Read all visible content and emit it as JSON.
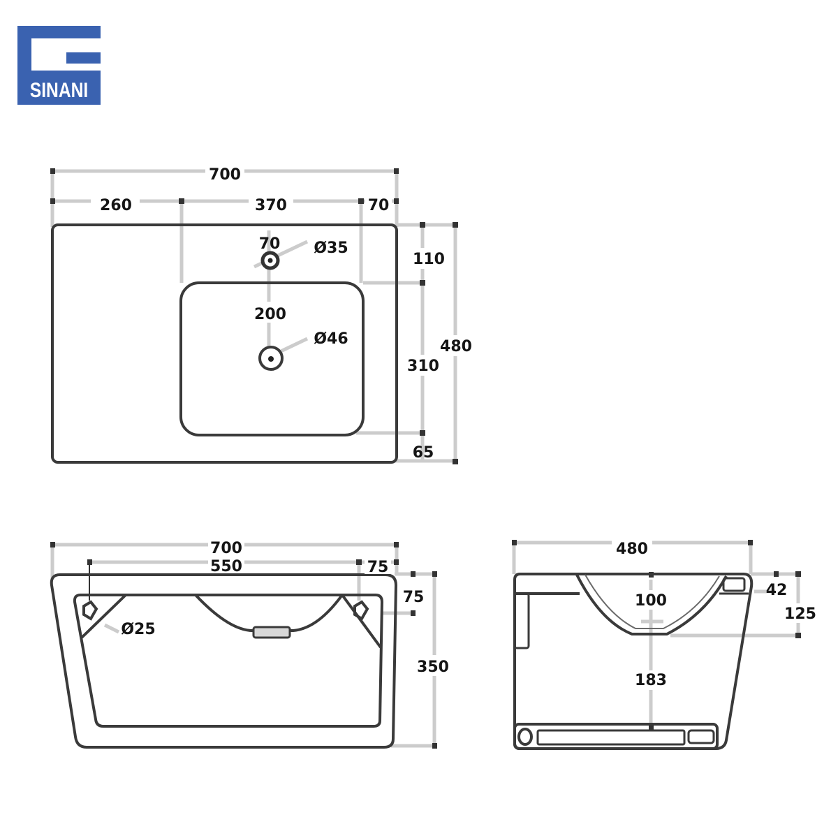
{
  "brand": {
    "name": "SINANI",
    "color": "#3a62b0"
  },
  "colors": {
    "outline": "#3a3a3a",
    "dimension_line": "#c8c8c8",
    "text": "#151515"
  },
  "top_view": {
    "overall_width": "700",
    "left_offset": "260",
    "basin_width": "370",
    "right_offset": "70",
    "tap_offset": "70",
    "tap_hole": "Ø35",
    "tap_to_drain": "200",
    "drain_hole": "Ø46",
    "top_margin": "110",
    "basin_depth": "310",
    "overall_depth": "480",
    "bottom_margin": "65"
  },
  "front_view": {
    "overall_width": "700",
    "bracket_spacing": "550",
    "right_offset": "75",
    "bracket_height": "75",
    "overall_height": "350",
    "bracket_hole": "Ø25"
  },
  "side_view": {
    "overall_depth": "480",
    "rim_thickness": "42",
    "basin_depth": "100",
    "rim_to_bottom": "125",
    "lower_height": "183"
  }
}
